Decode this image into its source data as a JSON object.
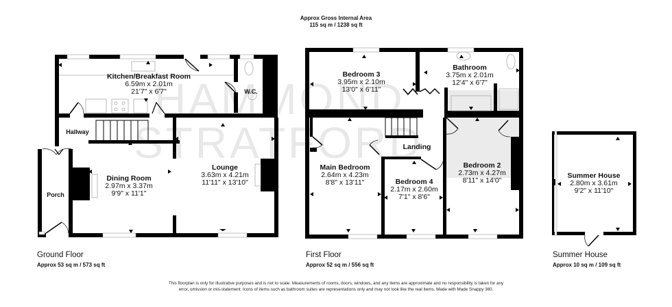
{
  "header": {
    "title": "Approx Gross Internal Area",
    "area": "115 sq m / 1238 sq ft"
  },
  "watermark": {
    "line1": "HAMMOND",
    "line2": "STRATFORD"
  },
  "floors": [
    {
      "title": "Ground Floor",
      "area": "Approx 53 sq m / 573 sq ft",
      "rooms": [
        {
          "name": "Kitchen/Breakfast Room",
          "metric": "6.59m x 2.01m",
          "imperial": "21'7\" x 6'7\""
        },
        {
          "name": "W.C."
        },
        {
          "name": "Hallway"
        },
        {
          "name": "Dining Room",
          "metric": "2.97m x 3.37m",
          "imperial": "9'9\" x 11'1\""
        },
        {
          "name": "Lounge",
          "metric": "3.63m x 4.21m",
          "imperial": "11'11\" x 13'10\""
        },
        {
          "name": "Porch"
        }
      ]
    },
    {
      "title": "First Floor",
      "area": "Approx 52 sq m / 556 sq ft",
      "rooms": [
        {
          "name": "Bedroom 3",
          "metric": "3.95m x 2.10m",
          "imperial": "13'0\" x 6'11\""
        },
        {
          "name": "Bathroom",
          "metric": "3.75m x 2.01m",
          "imperial": "12'4\" x 6'7\""
        },
        {
          "name": "Landing"
        },
        {
          "name": "Main Bedroom",
          "metric": "2.64m x 4.23m",
          "imperial": "8'8\" x 13'11\""
        },
        {
          "name": "Bedroom 4",
          "metric": "2.17m x 2.60m",
          "imperial": "7'1\" x 8'6\""
        },
        {
          "name": "Bedroom 2",
          "metric": "2.73m x 4.27m",
          "imperial": "8'11\" x 14'0\""
        }
      ]
    },
    {
      "title": "Summer House",
      "area": "Approx 10 sq m / 109 sq ft",
      "rooms": [
        {
          "name": "Summer House",
          "metric": "2.80m x 3.61m",
          "imperial": "9'2\" x 11'10\""
        }
      ]
    }
  ],
  "disclaimer": "This floorplan is only for illustrative purposes and is not to scale. Measurements of rooms, doors, windows, and any items are approximate and no responsibility is taken for any error, omission or mis-statement. Icons of items such as bathroom suites are representations only and may not look like the real items. Made with Made Snappy 360.",
  "colors": {
    "wall": "#000000",
    "fixture": "#bdbdbd",
    "watermark": "#e6e6e6",
    "background": "#ffffff"
  }
}
